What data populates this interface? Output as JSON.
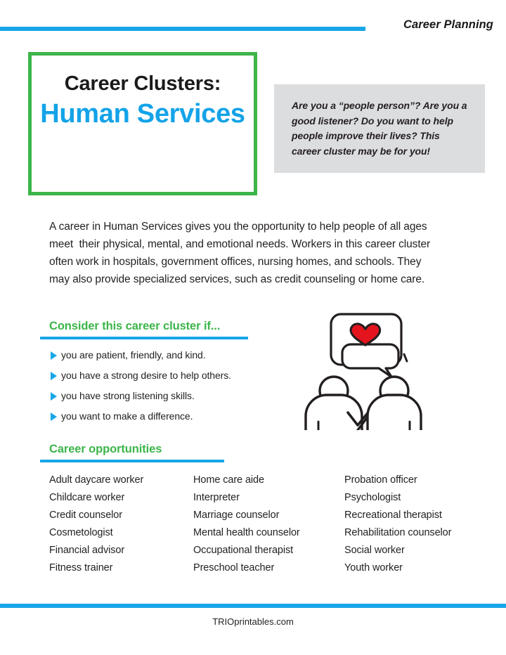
{
  "header": {
    "title": "Career Planning",
    "rule_color": "#18a6e8"
  },
  "title_box": {
    "line1": "Career Clusters:",
    "line2": "Human Services",
    "border_color": "#3cb54a",
    "accent_color": "#13a3e8"
  },
  "callout": {
    "text": "Are you a “people person”? Are you a good listener? Do you want to help people improve their lives? This career cluster may be for you!",
    "background_color": "#dcdddf"
  },
  "intro": {
    "text": "A career in Human Services gives you the opportunity to help people of all ages meet  their physical, mental, and emotional needs. Workers in this career cluster often work in hospitals, government offices, nursing homes, and schools. They may also provide specialized services, such as credit counseling or home care."
  },
  "consider": {
    "heading": "Consider this career cluster if...",
    "heading_color": "#3cb54a",
    "rule_color": "#18a6e8",
    "bullets": [
      "you are patient, friendly, and kind.",
      "you have a strong desire to help others.",
      "you have strong listening skills.",
      "you want to make a difference."
    ]
  },
  "opportunities": {
    "heading": "Career opportunities",
    "heading_color": "#3cb54a",
    "rule_color": "#18a6e8",
    "columns": [
      [
        "Adult daycare worker",
        "Childcare worker",
        "Credit counselor",
        "Cosmetologist",
        "Financial advisor",
        "Fitness trainer"
      ],
      [
        "Home care aide",
        "Interpreter",
        "Marriage counselor",
        "Mental health counselor",
        "Occupational therapist",
        "Preschool teacher"
      ],
      [
        "Probation officer",
        "Psychologist",
        "Recreational therapist",
        "Rehabilitation counselor",
        "Social worker",
        "Youth worker"
      ]
    ]
  },
  "illustration": {
    "name": "two-people-with-speech-bubbles-and-heart",
    "heart_color": "#e3141d",
    "outline_color": "#231f20",
    "shadow_color": "#c9c9c9"
  },
  "footer": {
    "text": "TRIOprintables.com",
    "rule_color": "#18a6e8"
  }
}
